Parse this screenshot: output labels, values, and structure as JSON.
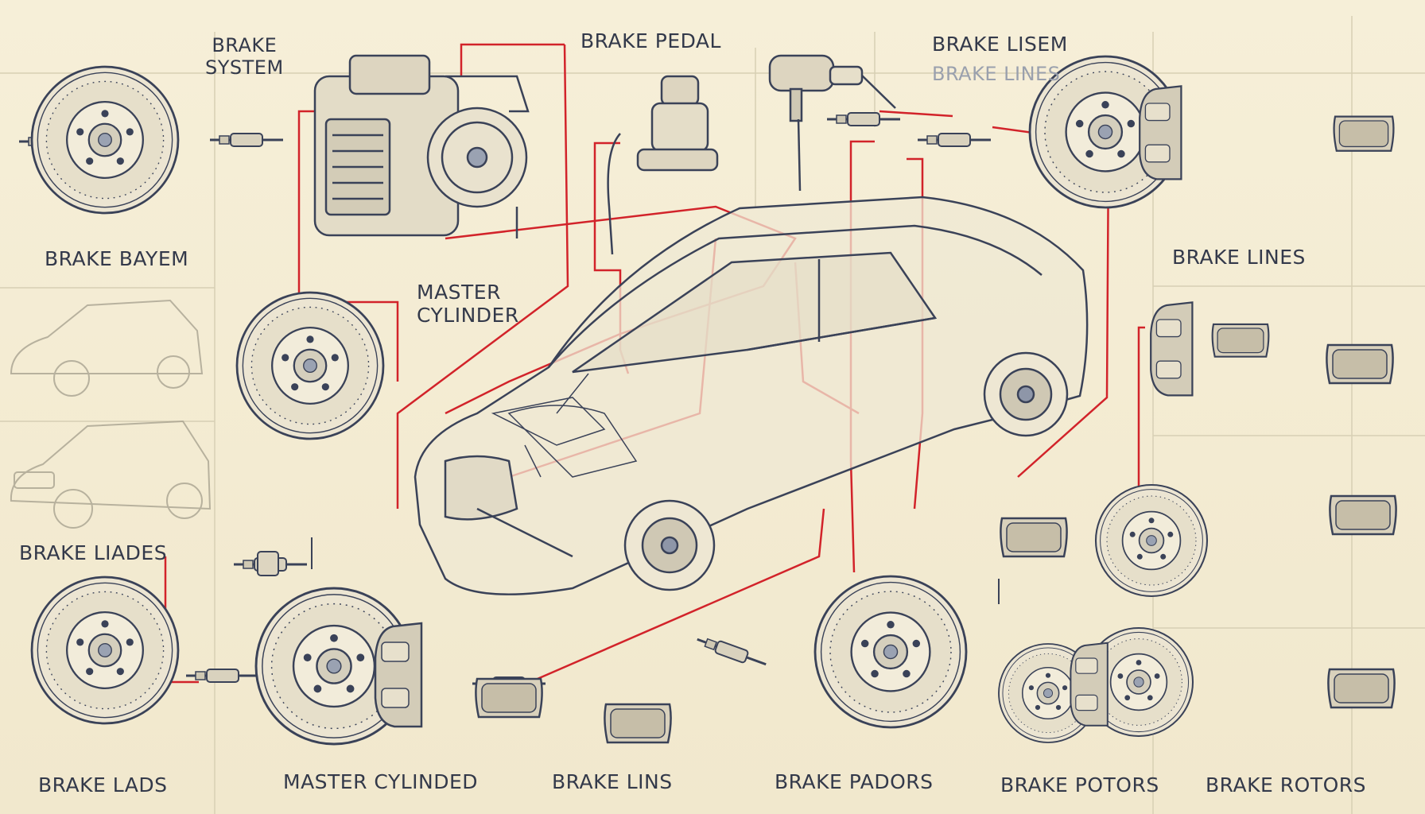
{
  "labels": {
    "brake_system": "BRAKE\nSYSTEM",
    "brake_pedal": "BRAKE PEDAL",
    "brake_lisem": "BRAKE LISEM",
    "brake_lines_top": "BRAKE LINES",
    "brake_bayem": "BRAKE BAYEM",
    "master_cylinder": "MASTER\nCYLINDER",
    "brake_lines_right": "BRAKE LINES",
    "brake_liades": "BRAKE LIADES",
    "brake_lads": "BRAKE LADS",
    "master_cylinded": "MASTER CYLINDED",
    "brake_lins": "BRAKE LINS",
    "brake_padors": "BRAKE PADORS",
    "brake_potors": "BRAKE POTORS",
    "brake_rotors": "BRAKE ROTORS"
  },
  "colors": {
    "background": "#f3ecd3",
    "ink": "#3a4258",
    "brake_line": "#d2232a",
    "metal": "#e8e2d0",
    "shade": "#c9c2ad"
  }
}
